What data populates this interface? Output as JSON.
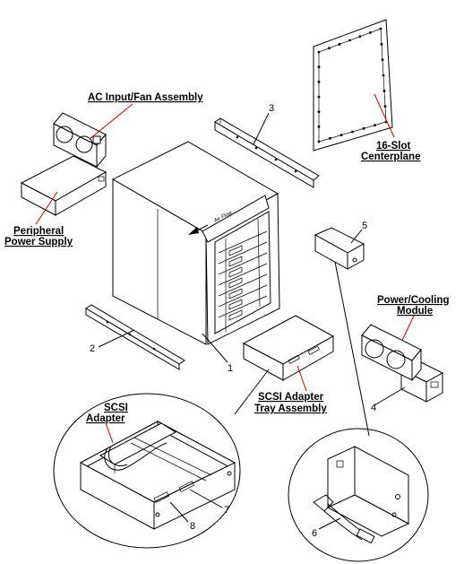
{
  "labels": {
    "ac_input_fan_assembly": "AC Input/Fan Assembly",
    "peripheral_power_supply_1": "Peripheral",
    "peripheral_power_supply_2": "Power Supply",
    "centerplane_1": "16-Slot",
    "centerplane_2": "Centerplane",
    "power_cooling_module_1": "Power/Cooling",
    "power_cooling_module_2": "Module",
    "scsi_adapter_tray_1": "SCSI Adapter",
    "scsi_adapter_tray_2": "Tray Assembly",
    "scsi_adapter_1": "SCSI",
    "scsi_adapter_2": "Adapter",
    "airflow": "Air Flow"
  },
  "callouts": {
    "n1": "1",
    "n2": "2",
    "n3": "3",
    "n4": "4",
    "n5": "5",
    "n6": "6",
    "n7": "7",
    "n8": "8"
  },
  "colors": {
    "leader": "#d10000",
    "line": "#000000",
    "background": "#ffffff"
  }
}
